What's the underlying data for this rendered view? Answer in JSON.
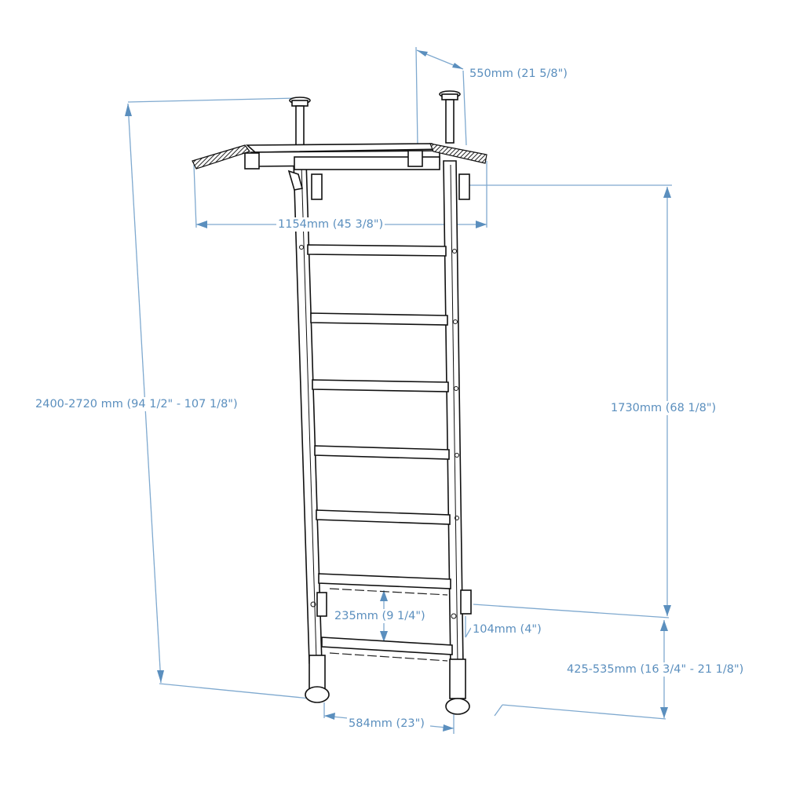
{
  "diagram": {
    "subject": "wall bars with pull-up bar",
    "accent_color": "#5b8fbe",
    "line_color": "#7fa9cf",
    "rung_count": 7,
    "dimensions": {
      "depth": "550mm (21 5/8\")",
      "bar_width": "1154mm (45 3/8\")",
      "total_height": "2400-2720 mm (94 1/2\" - 107 1/8\")",
      "upper_bracket_height": "1730mm (68 1/8\")",
      "rung_spacing": "235mm (9 1/4\")",
      "rail_offset": "104mm (4\")",
      "lower_bracket_height": "425-535mm (16 3/4\" - 21 1/8\")",
      "base_width": "584mm (23\")"
    }
  }
}
